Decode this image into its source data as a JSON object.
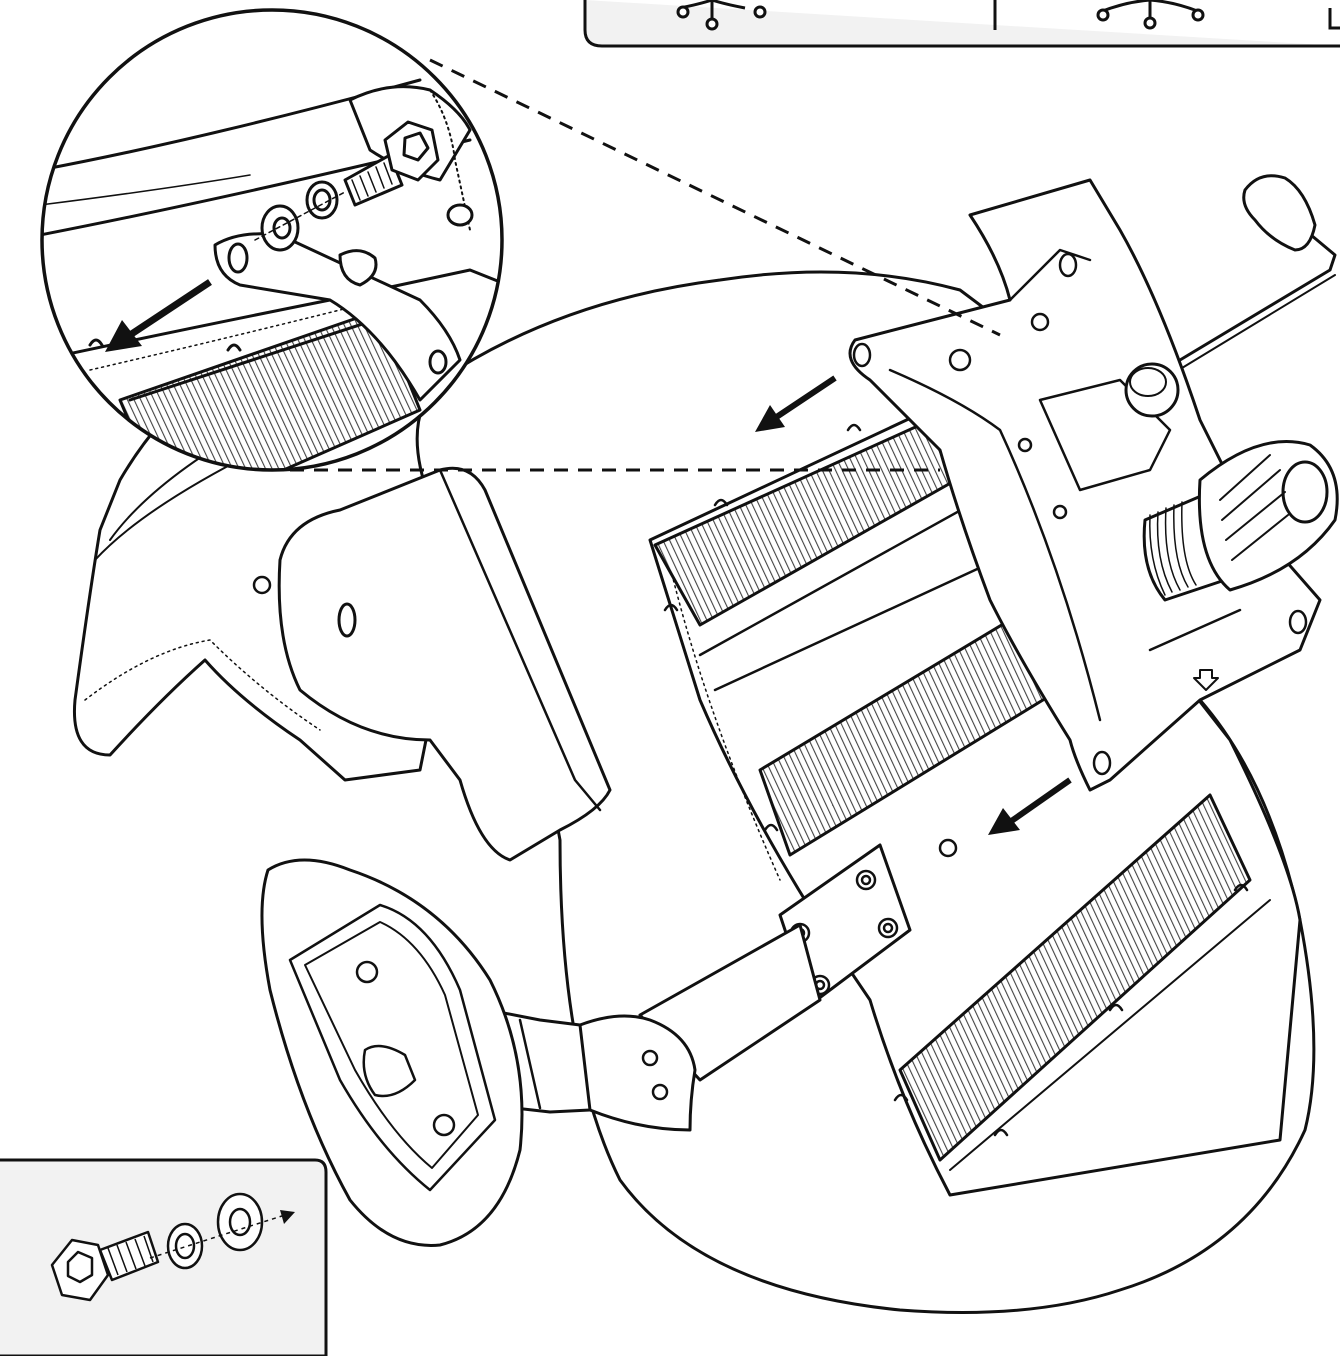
{
  "diagram": {
    "kind": "assembly-illustration",
    "line_color": "#111111",
    "panel_fill": "#f2f2f2",
    "mesh_fill": "#555555",
    "background": "#ffffff",
    "icons": {
      "top_panel": [
        "caster-base-icon-small",
        "caster-base-icon-wide"
      ],
      "detail_callout": "magnified-bolt-detail",
      "hardware_inset": [
        "hex-bolt-icon",
        "spring-washer-icon",
        "flat-washer-icon",
        "direction-arrow-icon"
      ],
      "direction_arrows": [
        "arrow-left-detail",
        "arrow-left-upper",
        "arrow-left-lower",
        "arrow-down-small"
      ]
    }
  }
}
